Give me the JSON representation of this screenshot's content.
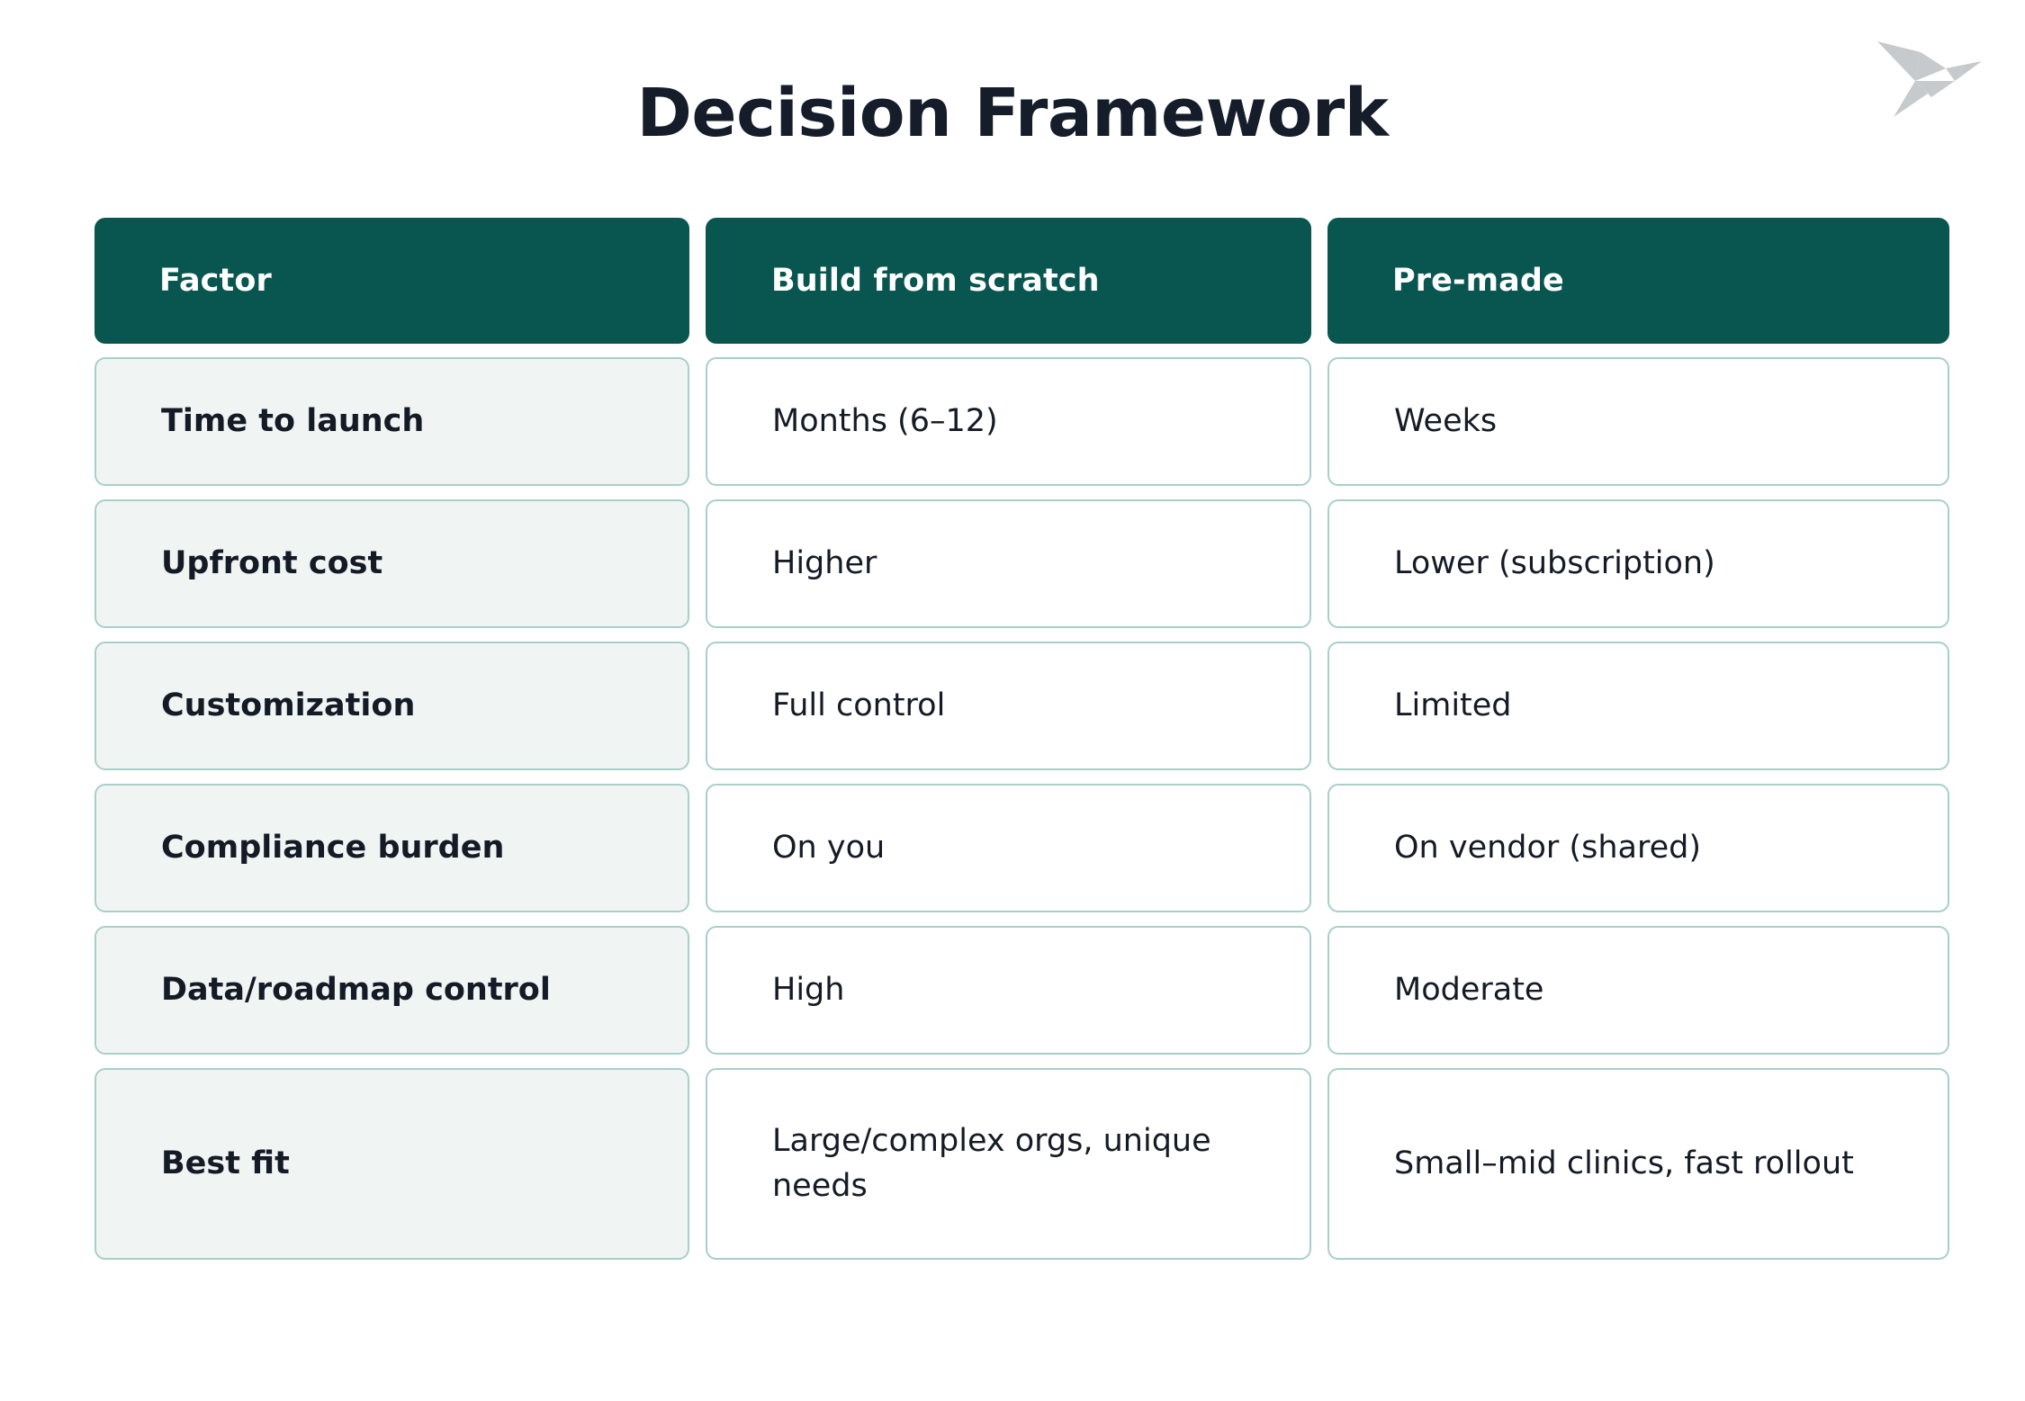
{
  "slide": {
    "title": "Decision Framework",
    "background_color": "#ffffff",
    "logo": {
      "name": "origami-bird-logo",
      "color": "#c6cacc"
    }
  },
  "theme": {
    "header_background": "#08564f",
    "header_text": "#ffffff",
    "factor_cell_background": "#f0f5f3",
    "cell_border": "#a8cfca",
    "cell_background": "#ffffff",
    "body_text": "#151b26",
    "title_text": "#161d2a"
  },
  "table": {
    "columns": [
      {
        "key": "factor",
        "label": "Factor"
      },
      {
        "key": "build",
        "label": "Build from scratch"
      },
      {
        "key": "premade",
        "label": "Pre-made"
      }
    ],
    "rows": [
      {
        "factor": "Time to launch",
        "build": "Months (6–12)",
        "premade": "Weeks"
      },
      {
        "factor": "Upfront cost",
        "build": "Higher",
        "premade": "Lower (subscription)"
      },
      {
        "factor": "Customization",
        "build": "Full control",
        "premade": "Limited"
      },
      {
        "factor": "Compliance burden",
        "build": "On you",
        "premade": "On vendor (shared)"
      },
      {
        "factor": "Data/roadmap control",
        "build": "High",
        "premade": "Moderate"
      },
      {
        "factor": "Best fit",
        "build": "Large/complex orgs, unique needs",
        "premade": "Small–mid clinics, fast rollout"
      }
    ]
  }
}
